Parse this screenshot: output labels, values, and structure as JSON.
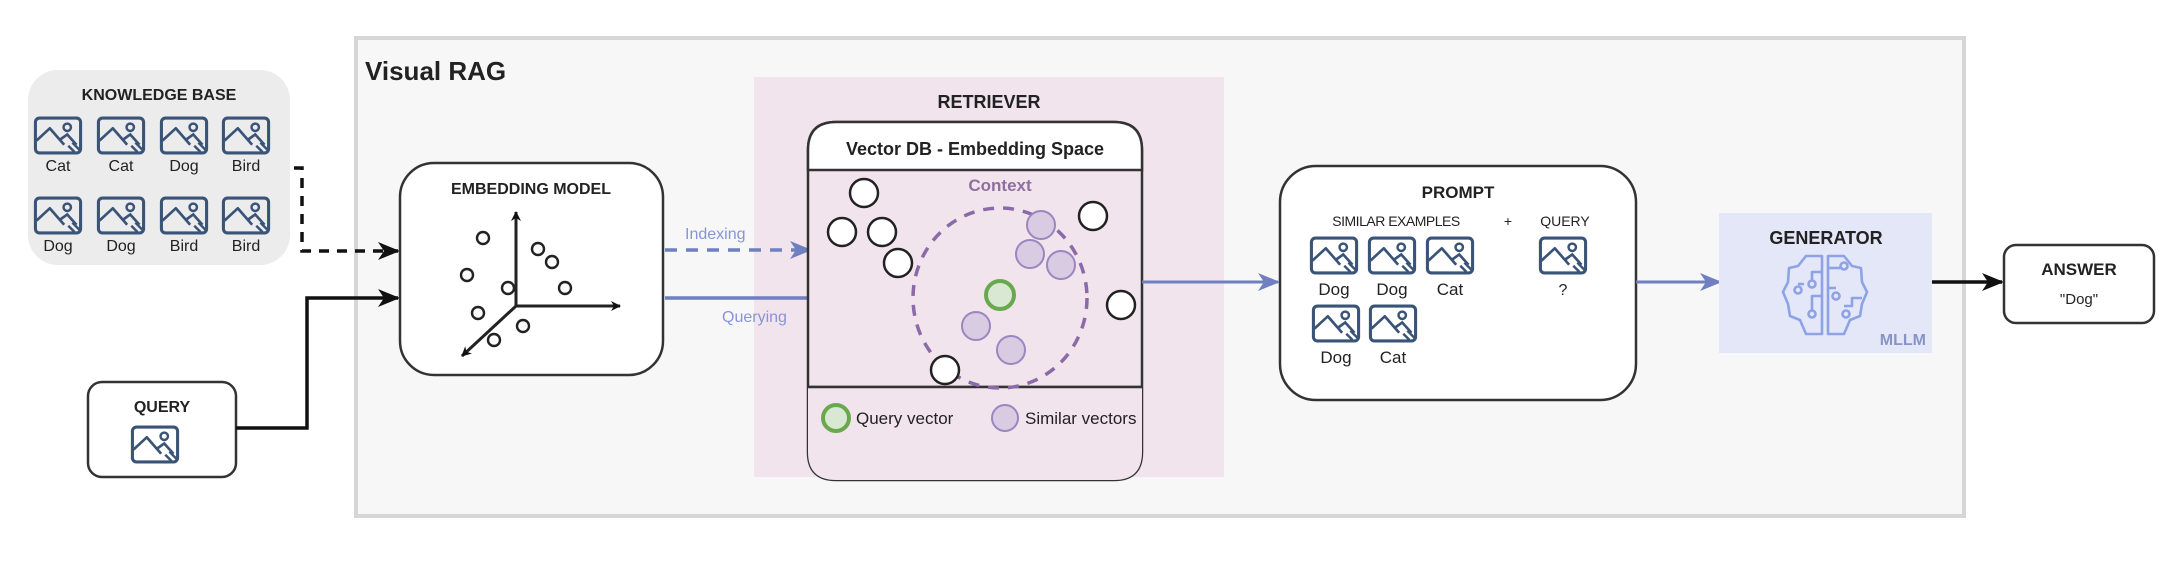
{
  "frame": {
    "title": "Visual RAG"
  },
  "knowledge_base": {
    "title": "KNOWLEDGE BASE",
    "items": [
      "Cat",
      "Cat",
      "Dog",
      "Bird",
      "Dog",
      "Dog",
      "Bird",
      "Bird"
    ]
  },
  "query": {
    "title": "QUERY"
  },
  "embedding_model": {
    "title": "EMBEDDING MODEL"
  },
  "flows": {
    "indexing": "Indexing",
    "querying": "Querying"
  },
  "retriever": {
    "title": "RETRIEVER",
    "db_title": "Vector DB - Embedding Space",
    "context_label": "Context",
    "legend": {
      "query_vector": "Query vector",
      "similar_vectors": "Similar vectors"
    }
  },
  "prompt": {
    "title": "PROMPT",
    "similar_examples_label": "SIMILAR EXAMPLES",
    "plus": "+",
    "query_label": "QUERY",
    "examples": [
      "Dog",
      "Dog",
      "Cat",
      "Dog",
      "Cat"
    ],
    "query_item": "?"
  },
  "generator": {
    "title": "GENERATOR",
    "model_label": "MLLM"
  },
  "answer": {
    "title": "ANSWER",
    "value": "\"Dog\""
  },
  "colors": {
    "flow_blue": "#6f7fc0",
    "context_purple": "#8a6aa8",
    "query_green": "#6aa84f",
    "retriever_bg": "#f1e4ec",
    "generator_bg": "#e3e7f8",
    "icon_navy": "#3a5478"
  }
}
